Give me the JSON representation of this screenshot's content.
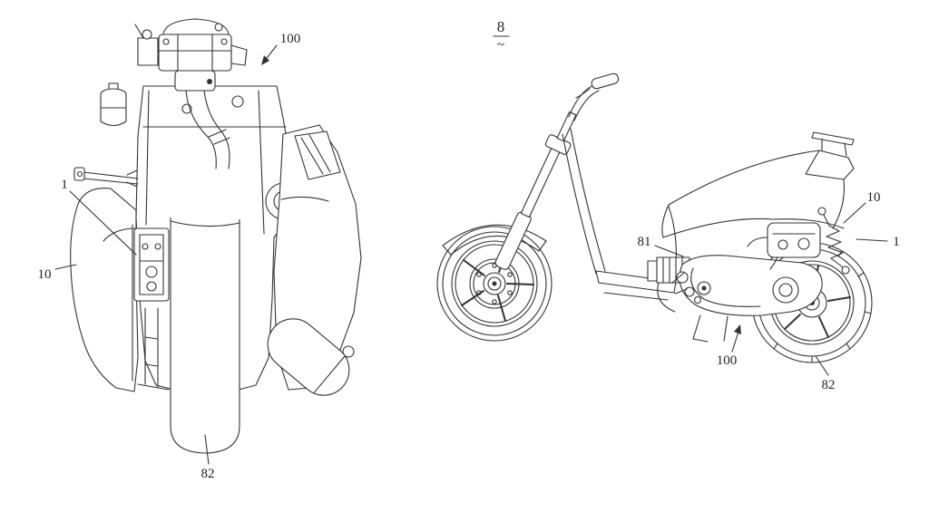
{
  "ink_color": "#333333",
  "figure_marker": "8",
  "figure_marker_tilde": "~",
  "left_figure_labels": [
    "100",
    "1",
    "10",
    "82"
  ],
  "right_figure_labels": [
    "10",
    "1",
    "81",
    "100",
    "82"
  ]
}
